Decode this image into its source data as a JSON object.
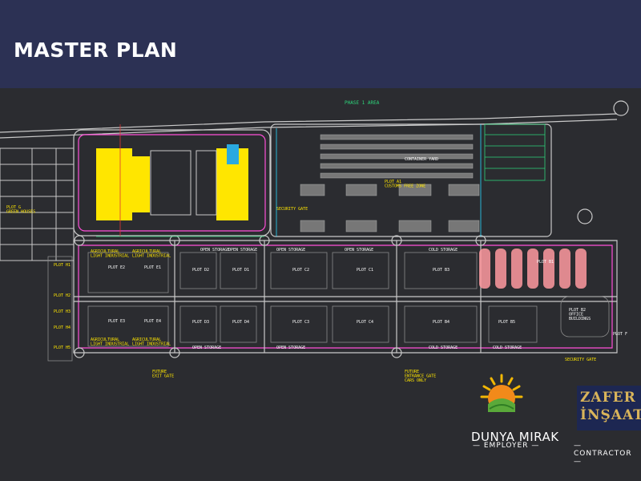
{
  "header": {
    "title": "MASTER PLAN"
  },
  "colors": {
    "header_bg": "#2c3154",
    "canvas_bg": "#2b2c30",
    "road": "#c9c9c9",
    "accent_yellow": "#ffe600",
    "storage_pink": "#ff9aa0",
    "contractor_gold": "#d9b45a",
    "contractor_bg": "#1d2752"
  },
  "plan_labels": {
    "phase": "PHASE 1 AREA",
    "customs": "PLOT A1\nCUSTOMS FREE ZONE",
    "container_yard": "CONTAINER YARD",
    "security_gate_top": "SECURITY GATE",
    "security_gate_bottom": "SECURITY GATE",
    "plot_g": "PLOT G\nGREEN HOUSES",
    "agri_1": "AGRICULTURAL\nLIGHT INDUSTRIAL",
    "agri_2": "AGRICULTURAL\nLIGHT INDUSTRIAL",
    "agri_3": "AGRICULTURAL\nLIGHT INDUSTRIAL",
    "agri_4": "AGRICULTURAL\nLIGHT INDUSTRIAL",
    "open_storage_1": "OPEN STORAGE",
    "open_storage_2": "OPEN STORAGE",
    "open_storage_3": "OPEN STORAGE",
    "open_storage_4": "OPEN STORAGE",
    "open_storage_5": "OPEN STORAGE",
    "open_storage_6": "OPEN STORAGE",
    "cold_storage_1": "COLD STORAGE",
    "cold_storage_2": "COLD STORAGE",
    "cold_storage_3": "COLD STORAGE",
    "office": "PLOT B2\nOFFICE\nBUILDINGS",
    "future_exit": "FUTURE\nEXIT GATE",
    "future_entrance": "FUTURE\nENTRANCE GATE\nCARS ONLY",
    "plot_h1": "PLOT H1",
    "plot_h2": "PLOT H2",
    "plot_h3": "PLOT H3",
    "plot_h4": "PLOT H4",
    "plot_h5": "PLOT H5",
    "plot_e2": "PLOT E2",
    "plot_e1": "PLOT E1",
    "plot_e3": "PLOT E3",
    "plot_e4": "PLOT E4",
    "plot_d2": "PLOT D2",
    "plot_d1": "PLOT D1",
    "plot_d3": "PLOT D3",
    "plot_d4": "PLOT D4",
    "plot_c2": "PLOT C2",
    "plot_c1": "PLOT C1",
    "plot_c3": "PLOT C3",
    "plot_c4": "PLOT C4",
    "plot_b3": "PLOT B3",
    "plot_b4": "PLOT B4",
    "plot_b5": "PLOT B5",
    "plot_b1": "PLOT B1",
    "plot_f": "PLOT F"
  },
  "employer": {
    "name": "DUNYA MIRAK",
    "role": "— EMPLOYER —"
  },
  "contractor": {
    "name_line1": "ZAFER",
    "name_line2": "İNŞAAT",
    "role": "— CONTRACTOR —"
  }
}
